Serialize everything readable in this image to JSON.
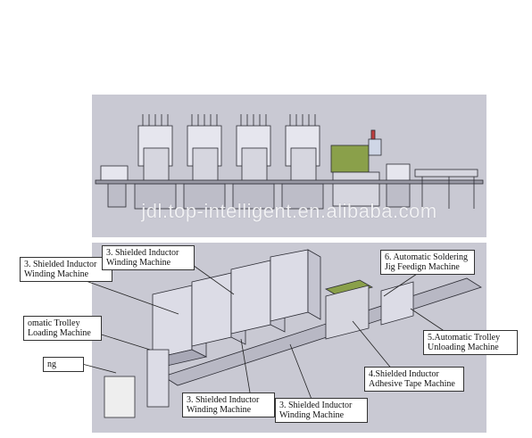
{
  "watermark": "jdl.top-intelligent.en.alibaba.com",
  "labels": {
    "winding_machine_a": "3. Shielded Inductor\nWinding Machine",
    "winding_machine_b": "3. Shielded Inductor\nWinding Machine",
    "trolley_loading_partial": "omatic Trolley\nLoading Machine",
    "loading_partial": "ng",
    "soldering_jig": "6. Automatic Soldering\nJig Feedign Machine",
    "trolley_unloading": "5.Automatic Trolley\nUnloading Machine",
    "adhesive_tape": "4.Shielded Inductor\nAdhesive Tape Machine",
    "winding_machine_c": "3. Shielded Inductor\nWinding Machine",
    "winding_machine_d": "3. Shielded Inductor\nWinding Machine"
  },
  "colors": {
    "panel_bg": "#c9c9d3",
    "machine_line": "#2b2b33",
    "machine_fill": "#e6e6ee",
    "accent_green": "#8aa04a",
    "callout_line": "#222222"
  }
}
